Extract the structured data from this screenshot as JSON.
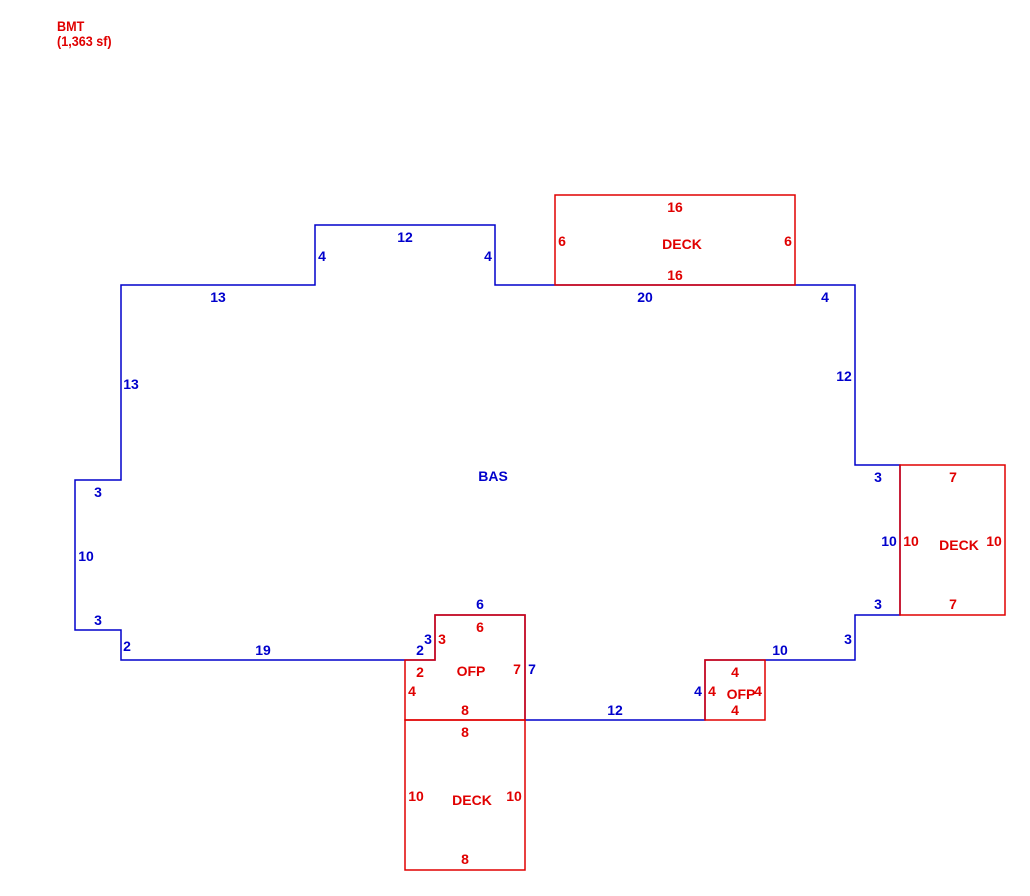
{
  "colors": {
    "living": "#0000cc",
    "addition": "#e00000",
    "background": "#ffffff"
  },
  "header": {
    "title": "BMT",
    "area": "(1,363 sf)"
  },
  "areas": {
    "bas": {
      "label": "BAS"
    },
    "deck_top": {
      "label": "DECK"
    },
    "deck_right": {
      "label": "DECK"
    },
    "deck_bottom": {
      "label": "DECK"
    },
    "ofp_center": {
      "label": "OFP"
    },
    "ofp_right": {
      "label": "OFP"
    }
  },
  "dimensions": {
    "bas": [
      "12",
      "4",
      "4",
      "13",
      "13",
      "20",
      "4",
      "12",
      "3",
      "10",
      "3",
      "3",
      "10",
      "3",
      "10",
      "3",
      "2",
      "19",
      "2",
      "3",
      "6",
      "7",
      "12",
      "4"
    ],
    "deck_top": [
      "16",
      "6",
      "6",
      "16"
    ],
    "deck_right": [
      "7",
      "10",
      "10",
      "7"
    ],
    "ofp_center": [
      "6",
      "3",
      "2",
      "4",
      "7",
      "8"
    ],
    "deck_bottom": [
      "8",
      "10",
      "10",
      "8"
    ],
    "ofp_right": [
      "4",
      "4",
      "4",
      "4"
    ]
  }
}
